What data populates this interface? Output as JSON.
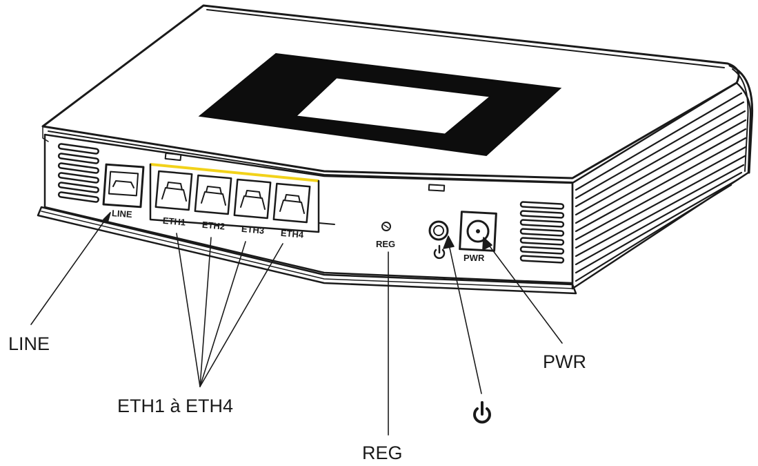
{
  "colors": {
    "ink": "#1a1a1a",
    "body": "#ffffff",
    "screen_bezel": "#0d0d0d",
    "eth_highlight": "#f2d21a"
  },
  "ports": {
    "line": "LINE",
    "eth1": "ETH1",
    "eth2": "ETH2",
    "eth3": "ETH3",
    "eth4": "ETH4",
    "reg": "REG",
    "pwr": "PWR"
  },
  "callouts": {
    "line": "LINE",
    "eth": "ETH1 à ETH4",
    "reg": "REG",
    "power_icon": "power-symbol",
    "pwr": "PWR"
  }
}
